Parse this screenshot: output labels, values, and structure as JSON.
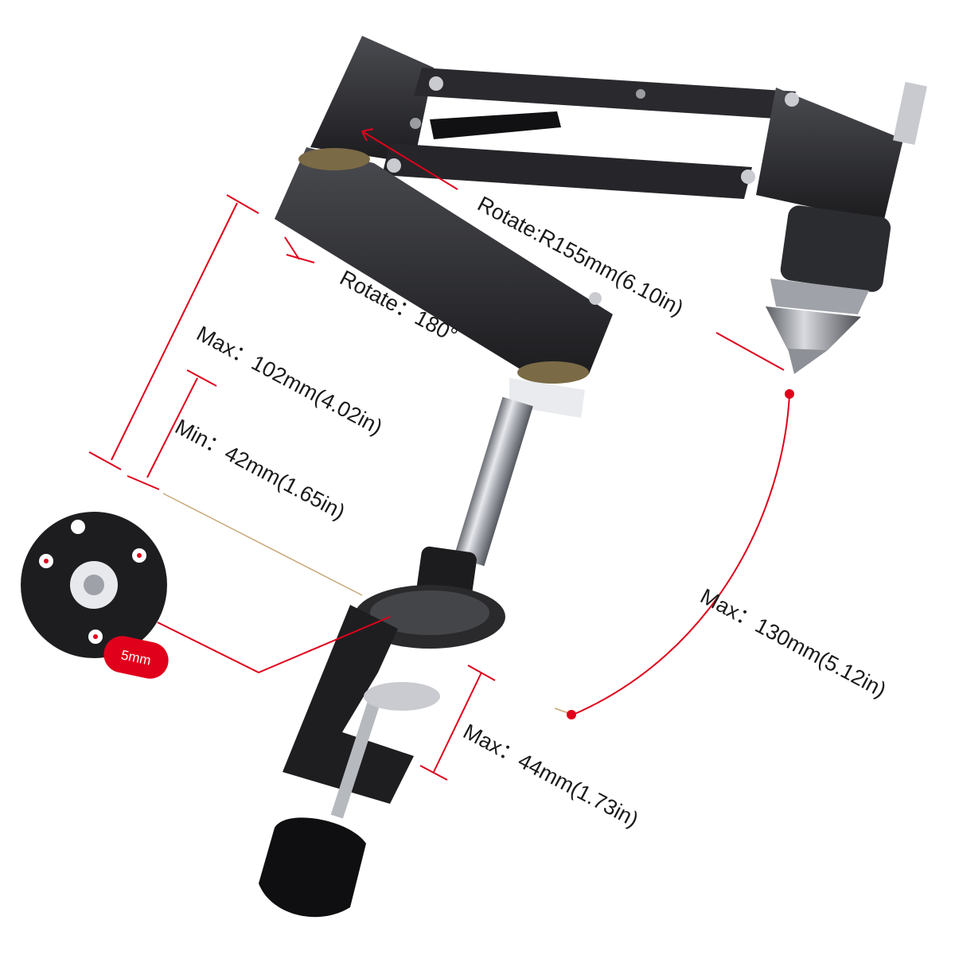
{
  "labels": {
    "rotate_radius": "Rotate:R155mm(6.10in)",
    "rotate_angle": "Rotate：180°",
    "height_max": "Max：102mm(4.02in)",
    "height_min": "Min：42mm(1.65in)",
    "reach_max": "Max：130mm(5.12in)",
    "clamp_max": "Max：44mm(1.73in)",
    "hole_size": "5mm"
  },
  "colors": {
    "annotation": "#e0001b",
    "metal_dark": "#1f1f22",
    "metal_mid": "#3a3a3e",
    "steel": "#b9bcc2",
    "background": "#ffffff"
  }
}
